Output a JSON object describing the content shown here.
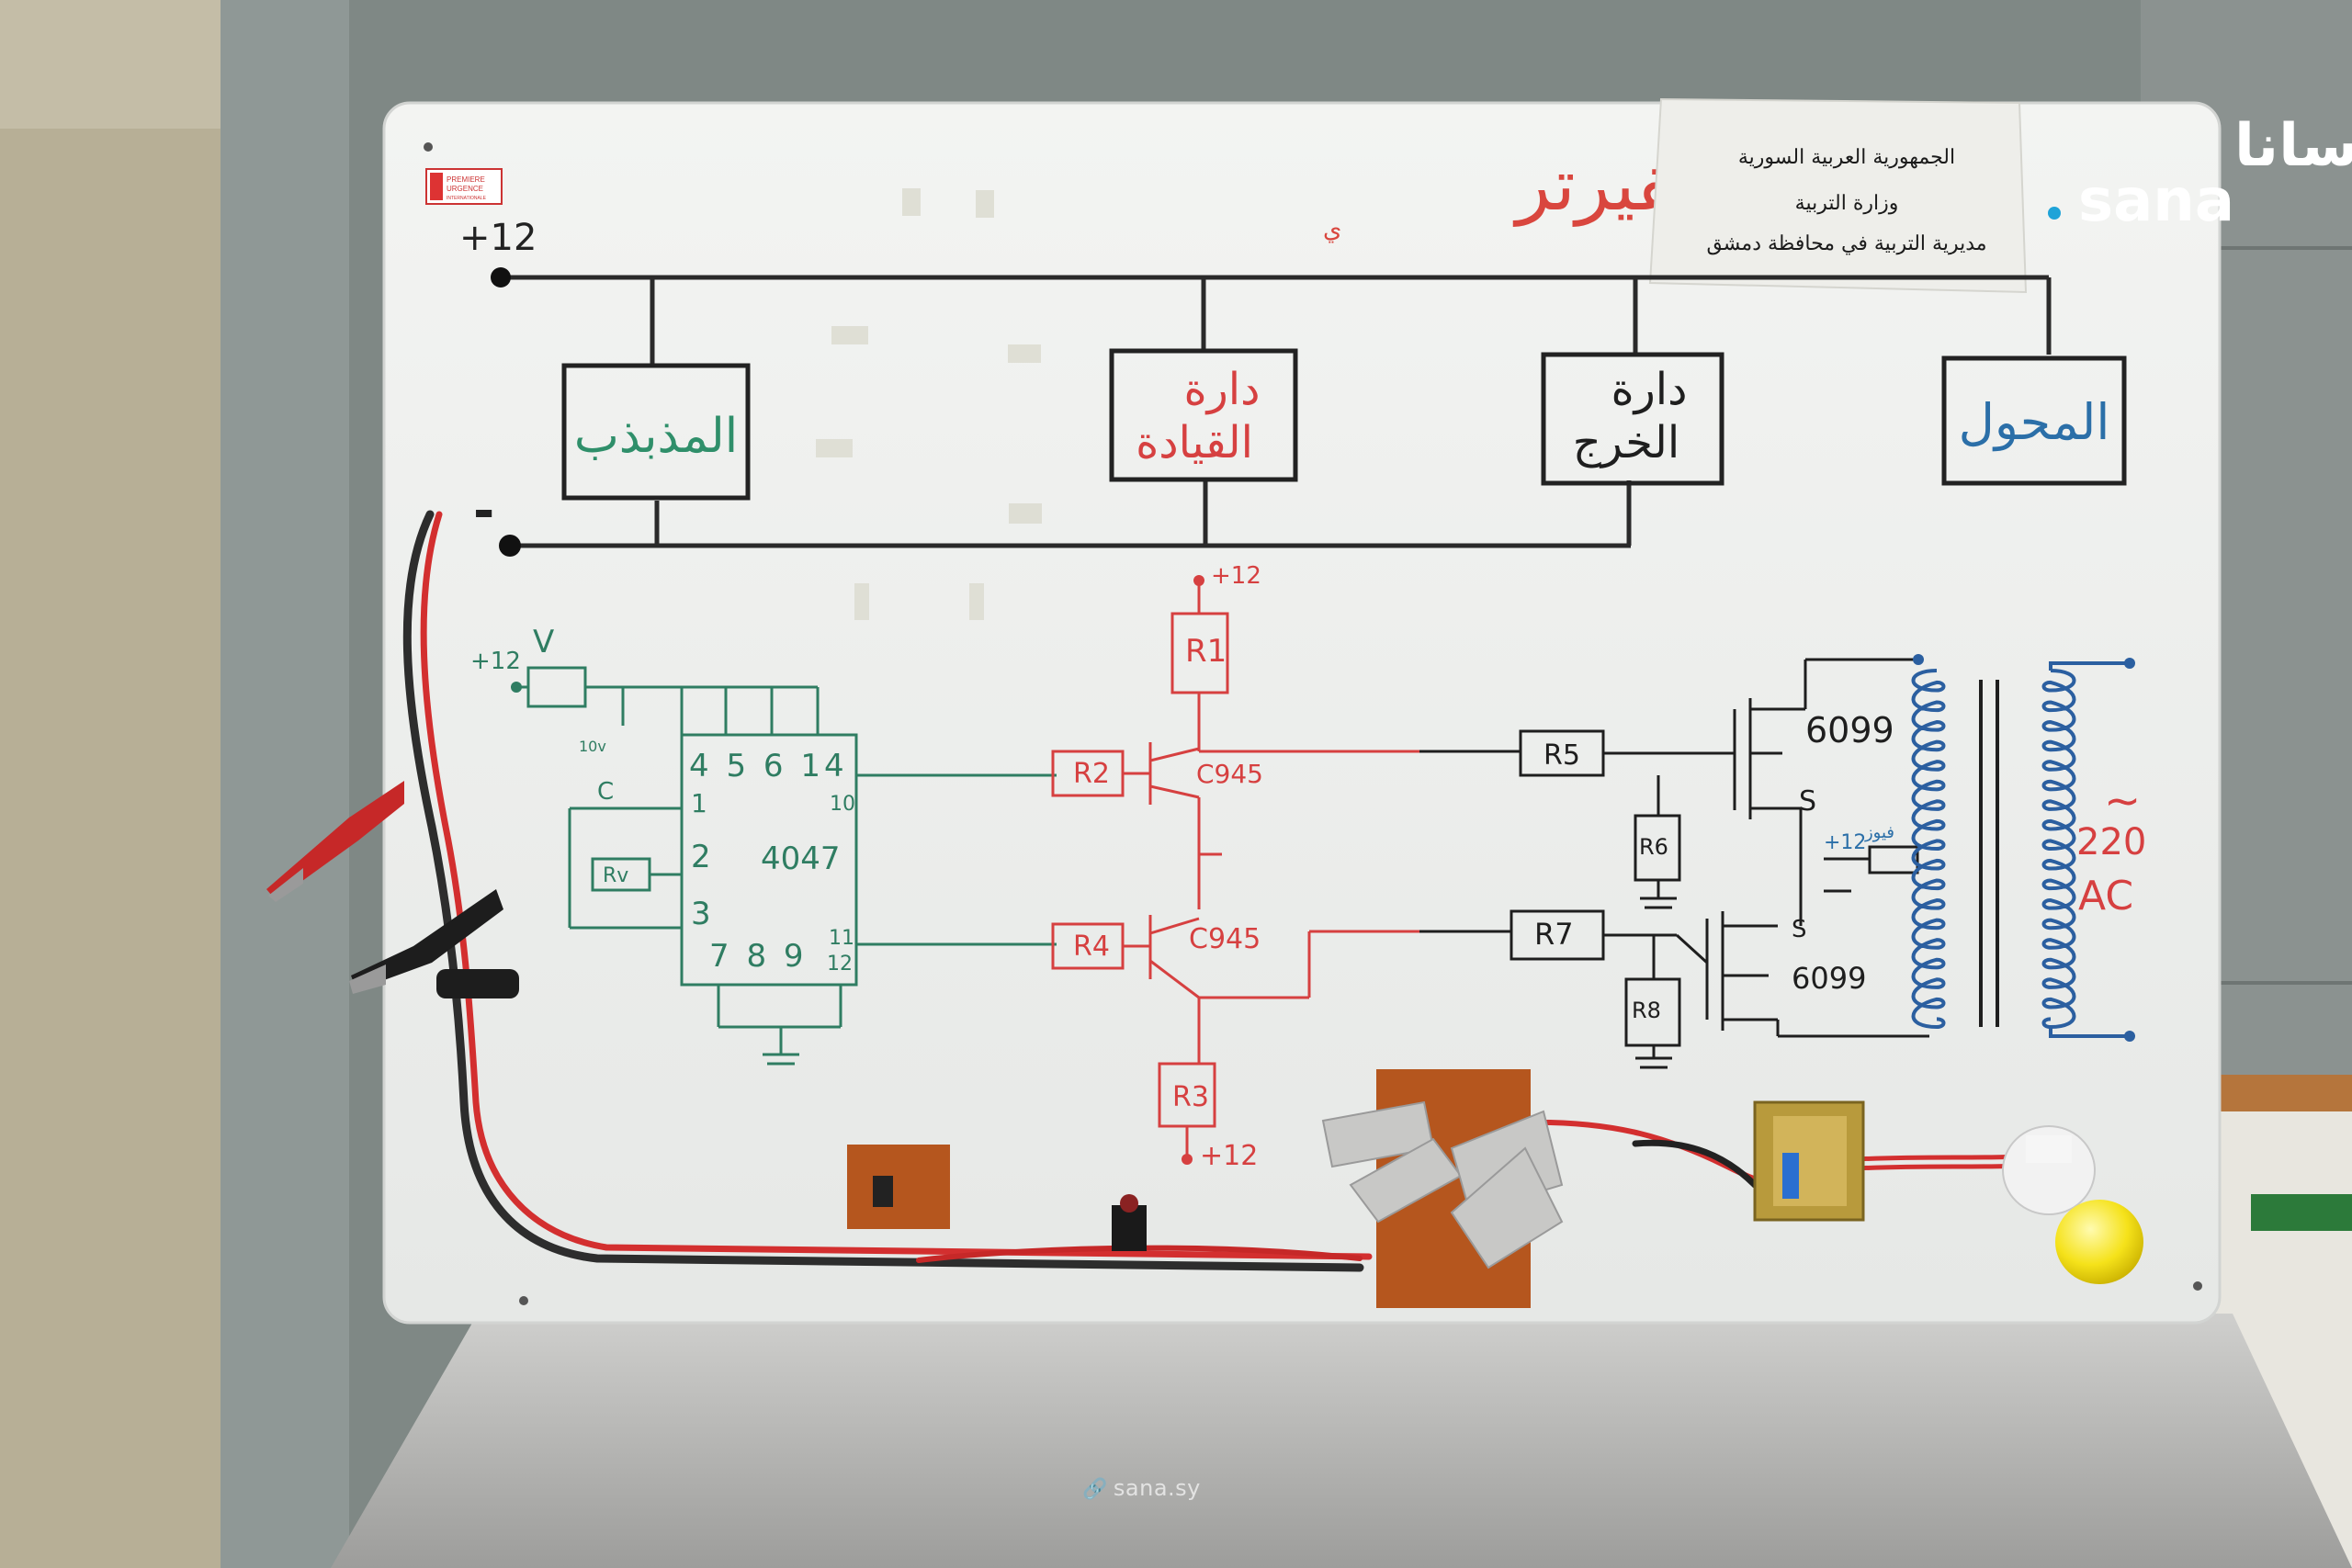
{
  "board": {
    "title": "أنفيرتر",
    "title_mark": "ي",
    "logo_text_line1": "PREMIERE",
    "logo_text_line2": "URGENCE",
    "logo_text_line3": "INTERNATIONALE"
  },
  "notice": {
    "line1": "الجمهورية العربية السورية",
    "line2": "وزارة التربية",
    "line3": "مديرية التربية في محافظة دمشق"
  },
  "block_diagram": {
    "plus_label": "+12",
    "minus_label": "-",
    "blocks": [
      {
        "id": "oscillator",
        "label": "المذبذب",
        "color": "#2f8f6a"
      },
      {
        "id": "driver",
        "label_line1": "دارة",
        "label_line2": "القيادة",
        "color": "#d64040"
      },
      {
        "id": "output",
        "label_line1": "دارة",
        "label_line2": "الخرج",
        "color": "#1e1e1e"
      },
      {
        "id": "transformer",
        "label": "المحول",
        "color": "#2b6fa8"
      }
    ]
  },
  "schematic": {
    "v_label": "V",
    "plus12_left": "+12",
    "zener_label": "10v",
    "c_label": "C",
    "rv_label": "Rv",
    "ic_pins_top": "4 5 6 14",
    "ic_pin_1": "1",
    "ic_pin_10": "10",
    "ic_pin_2": "2",
    "ic_pin_3": "3",
    "ic_name": "4047",
    "ic_pin_11": "11",
    "ic_pin_12": "12",
    "ic_pins_bottom": "7 8 9",
    "r1": "R1",
    "r2": "R2",
    "r3": "R3",
    "r4": "R4",
    "r5": "R5",
    "r6": "R6",
    "r7": "R7",
    "r8": "R8",
    "plus12_top": "+12",
    "plus12_bottom": "+12",
    "transistor_top": "C945",
    "transistor_bottom": "C945",
    "mosfet_top": "6099",
    "mosfet_bottom": "6099",
    "s_top": "S",
    "s_bottom": "S",
    "plus12_fuse": "+12",
    "fuse_label": "فيوز",
    "ac_tilde": "~",
    "ac_voltage": "220",
    "ac_label": "AC"
  },
  "watermark": {
    "logo_arabic": "سانا",
    "logo_latin": "sana",
    "site": "sana.sy"
  },
  "colors": {
    "green_ink": "#2f8f6a",
    "red_ink": "#d64040",
    "black_ink": "#1e1e1e",
    "blue_ink": "#2b6fa8"
  }
}
